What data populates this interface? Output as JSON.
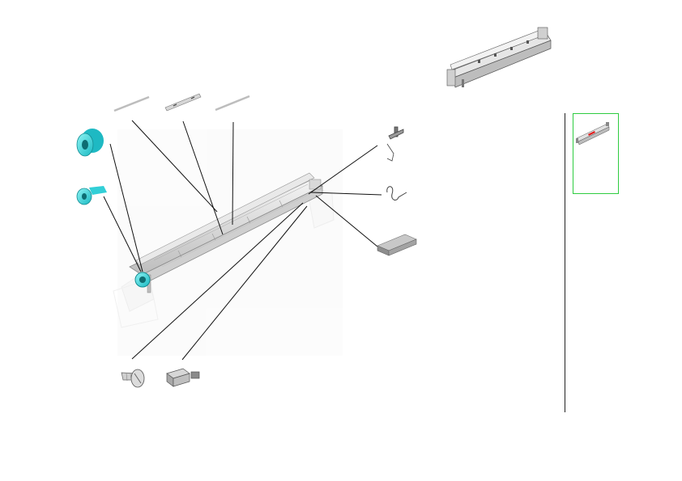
{
  "diagram": {
    "type": "exploded-parts-view",
    "accent_color": "#3fe0e0",
    "highlight_color": "#2ecc40",
    "marker_color": "#e02020",
    "parts": [
      {
        "name": "roller-cyan"
      },
      {
        "name": "knob-cyan"
      },
      {
        "name": "rod-left"
      },
      {
        "name": "bracket-strip"
      },
      {
        "name": "rod-right"
      },
      {
        "name": "bracket-spring"
      },
      {
        "name": "wire-spring"
      },
      {
        "name": "pad-block"
      },
      {
        "name": "screw"
      },
      {
        "name": "clip-bracket"
      }
    ]
  },
  "preview": {
    "label": "assembly-preview",
    "thumbnail": "assembly-thumbnail"
  }
}
